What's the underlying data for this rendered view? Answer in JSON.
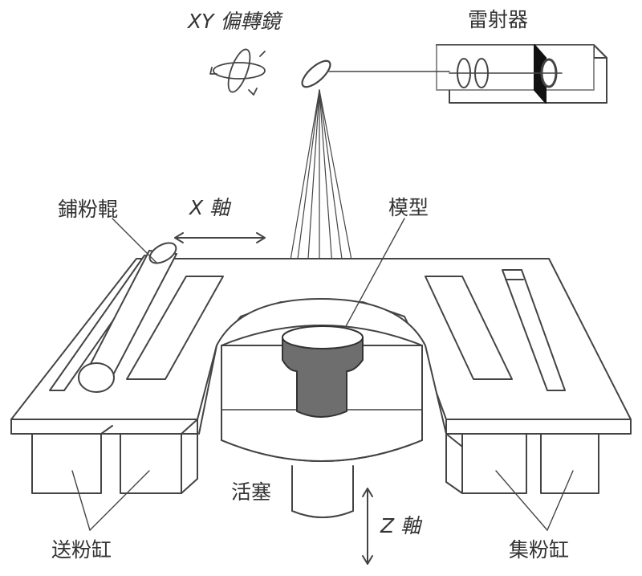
{
  "labels": {
    "xy_mirror": "XY 偏轉鏡",
    "laser": "雷射器",
    "roller": "鋪粉輥",
    "x_axis": "X 軸",
    "model": "模型",
    "piston": "活塞",
    "z_axis": "Z 軸",
    "feed_cylinder": "送粉缸",
    "collect_cylinder": "集粉缸"
  },
  "colors": {
    "line": "#444444",
    "model_fill": "#6e6e6e",
    "background": "#ffffff"
  }
}
